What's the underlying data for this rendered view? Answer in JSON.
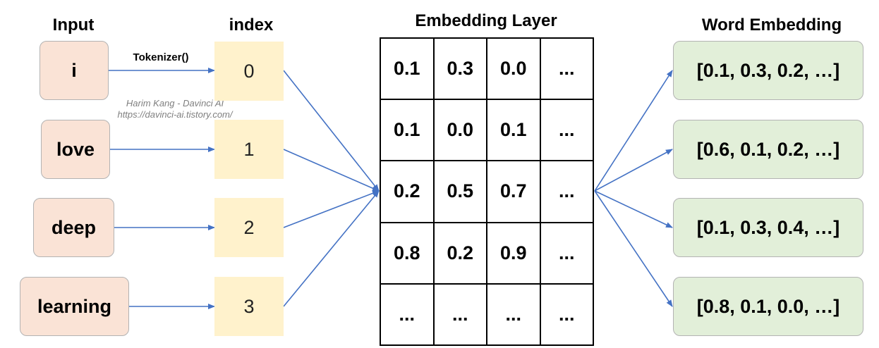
{
  "headings": {
    "input": "Input",
    "index": "index",
    "embedding_layer": "Embedding Layer",
    "word_embedding": "Word Embedding"
  },
  "tokenizer_label": "Tokenizer()",
  "watermark": {
    "line1": "Harim Kang - Davinci AI",
    "line2": "https://davinci-ai.tistory.com/"
  },
  "inputs": [
    "i",
    "love",
    "deep",
    "learning"
  ],
  "indices": [
    "0",
    "1",
    "2",
    "3"
  ],
  "embedding_matrix": [
    [
      "0.1",
      "0.3",
      "0.0",
      "..."
    ],
    [
      "0.1",
      "0.0",
      "0.1",
      "..."
    ],
    [
      "0.2",
      "0.5",
      "0.7",
      "..."
    ],
    [
      "0.8",
      "0.2",
      "0.9",
      "..."
    ],
    [
      "...",
      "...",
      "...",
      "..."
    ]
  ],
  "word_embeddings": [
    "[0.1, 0.3, 0.2, …]",
    "[0.6, 0.1, 0.2, …]",
    "[0.1, 0.3, 0.4, …]",
    "[0.8, 0.1, 0.0, …]"
  ],
  "colors": {
    "input_fill": "#fae3d6",
    "index_fill": "#fff2cc",
    "output_fill": "#e2efd9",
    "arrow": "#4472c4"
  }
}
